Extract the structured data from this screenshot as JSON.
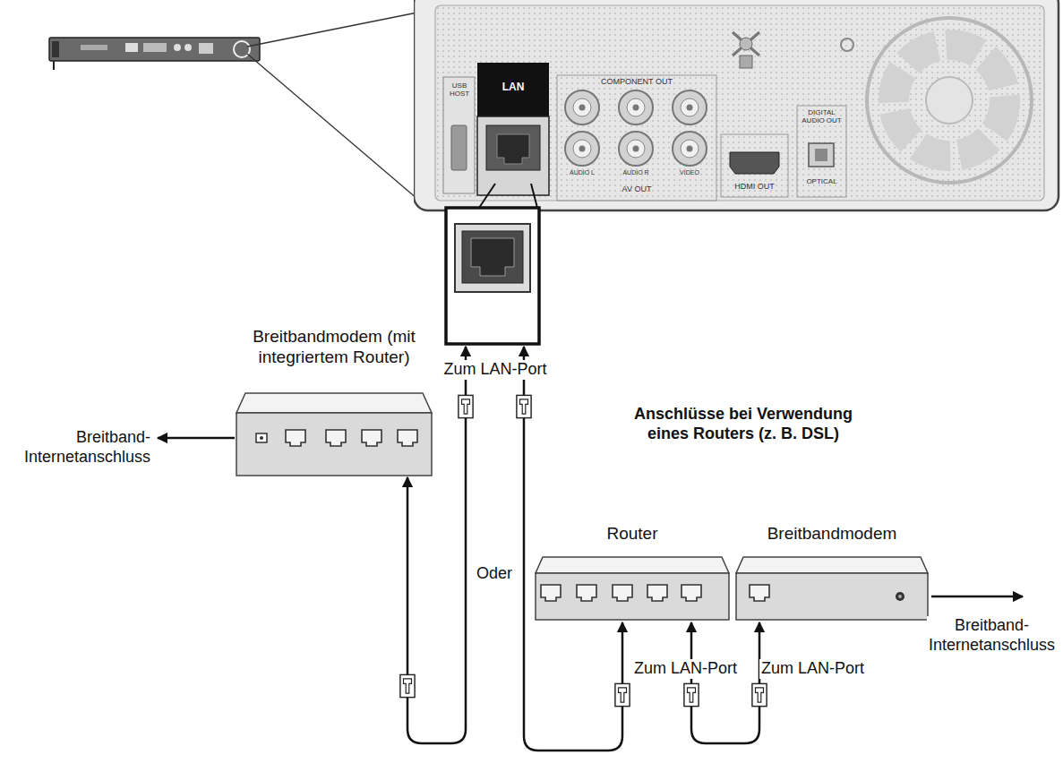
{
  "diagram": {
    "nodes": [
      {
        "text": [
          "USB HOST",
          "LAN",
          "COMPONENT OUT",
          "AV OUT",
          "HDMI OUT",
          "DIGITAL AUDIO OUT",
          "OPTICAL",
          "AUDIO L",
          "AUDIO R",
          "VIDEO"
        ]
      },
      {
        "text": [
          "Breitbandmodem (mit integriertem Router)"
        ]
      },
      {
        "text": [
          "Router"
        ]
      },
      {
        "text": [
          "Breitbandmodem"
        ]
      }
    ],
    "edges": [
      {
        "from": 1,
        "to": 0,
        "arrow": "both"
      },
      {
        "from": 2,
        "to": 0,
        "arrow": "both"
      },
      {
        "from": 2,
        "to": 3,
        "arrow": "both"
      }
    ],
    "labels": [
      "Zum LAN-Port",
      "Anschlüsse bei Verwendung eines Routers (z. B. DSL)",
      "Breitband- Internetanschluss",
      "Oder",
      "Zum LAN-Port",
      "Zum LAN-Port",
      "Breitband- Internetanschluss"
    ]
  }
}
